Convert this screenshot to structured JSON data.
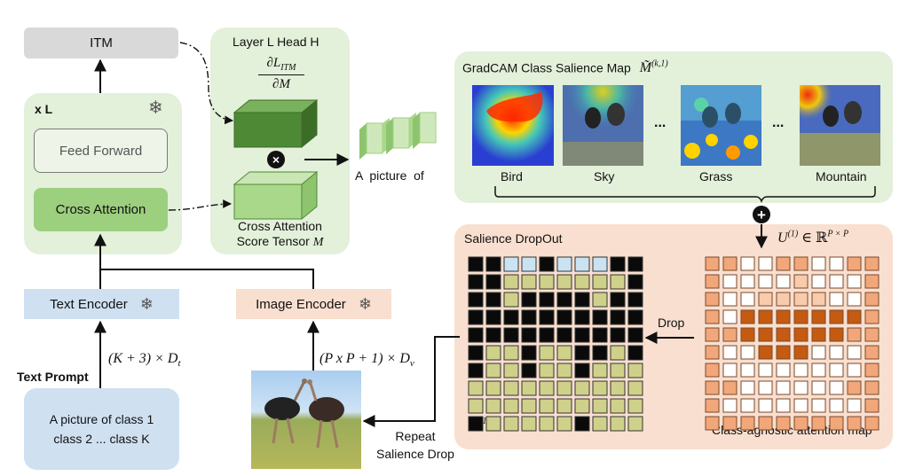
{
  "itm": {
    "label": "ITM"
  },
  "transformer": {
    "repeat_label": "x L",
    "feed_forward": "Feed Forward",
    "cross_attention": "Cross Attention",
    "frozen_icon": "snowflake-icon"
  },
  "layer_head": {
    "title": "Layer L Head H",
    "gradient_numerator": "∂L",
    "gradient_sub": "ITM",
    "gradient_denominator": "∂M",
    "multiply_symbol": "×",
    "tensor_label_line1": "Cross Attention",
    "tensor_label_line2": "Score Tensor ",
    "tensor_symbol": "M"
  },
  "output_caption": "A  picture  of",
  "gradcam": {
    "title": "GradCAM Class Salience Map",
    "symbol": "M̃",
    "superscript": "(k,1)",
    "classes": [
      "Bird",
      "Sky",
      "Grass",
      "Mountain"
    ],
    "ellipsis": "..."
  },
  "plus_symbol": "+",
  "attention_map": {
    "symbol": "U",
    "superscript": "(1)",
    "relation": " ∈ ℝ",
    "dims": "P × P",
    "caption": "Class-agnostic attention map"
  },
  "salience_dropout": {
    "title": "Salience DropOut",
    "drop_label": "Drop",
    "symbol": "S",
    "superscript": "(1)"
  },
  "text_encoder": {
    "label": "Text Encoder"
  },
  "image_encoder": {
    "label": "Image Encoder"
  },
  "text_dims": {
    "left": "(K + 3) × D",
    "sub": "t"
  },
  "image_dims": {
    "left": "(P x P + 1) × D",
    "sub": "v"
  },
  "text_prompt": {
    "title": "Text Prompt",
    "line1": "A picture of class 1",
    "line2": "class 2 ... class K"
  },
  "repeat_caption": {
    "line1": "Repeat",
    "line2": "Salience Drop"
  },
  "colors": {
    "green_panel": "#e3f0da",
    "green_dark": "#4e8a35",
    "green_light": "#9ccf7e",
    "orange_panel": "#f9dfcf",
    "blue_box": "#cfe0f1",
    "grey_box": "#d9d9d9",
    "attn_dark": "#c55a11",
    "attn_mid": "#f2a77a",
    "attn_light": "#f8cbad"
  },
  "attention_grid": [
    [
      2,
      2,
      0,
      0,
      2,
      2,
      0,
      0,
      2,
      2
    ],
    [
      2,
      0,
      0,
      0,
      0,
      1,
      0,
      0,
      0,
      2
    ],
    [
      2,
      0,
      0,
      1,
      1,
      1,
      1,
      0,
      0,
      2
    ],
    [
      2,
      0,
      3,
      3,
      3,
      3,
      3,
      3,
      3,
      2
    ],
    [
      2,
      2,
      3,
      3,
      3,
      3,
      3,
      3,
      2,
      2
    ],
    [
      2,
      0,
      0,
      3,
      3,
      3,
      0,
      0,
      0,
      2
    ],
    [
      2,
      0,
      0,
      0,
      0,
      0,
      0,
      0,
      0,
      2
    ],
    [
      2,
      2,
      0,
      0,
      0,
      0,
      0,
      0,
      2,
      2
    ],
    [
      2,
      0,
      0,
      0,
      0,
      0,
      0,
      0,
      0,
      2
    ],
    [
      2,
      2,
      2,
      2,
      2,
      2,
      2,
      2,
      2,
      2
    ]
  ],
  "dropout_grid": [
    [
      0,
      0,
      1,
      1,
      0,
      1,
      1,
      1,
      0,
      0
    ],
    [
      0,
      0,
      2,
      2,
      2,
      2,
      2,
      2,
      2,
      0
    ],
    [
      0,
      0,
      2,
      0,
      0,
      0,
      0,
      2,
      0,
      0
    ],
    [
      0,
      0,
      0,
      0,
      0,
      0,
      0,
      0,
      0,
      0
    ],
    [
      0,
      0,
      0,
      0,
      0,
      0,
      0,
      0,
      0,
      0
    ],
    [
      0,
      2,
      2,
      0,
      2,
      2,
      0,
      0,
      2,
      0
    ],
    [
      0,
      2,
      2,
      0,
      2,
      2,
      0,
      2,
      2,
      2
    ],
    [
      2,
      2,
      2,
      2,
      2,
      2,
      2,
      2,
      2,
      2
    ],
    [
      2,
      2,
      2,
      2,
      2,
      2,
      2,
      2,
      2,
      2
    ],
    [
      0,
      2,
      2,
      2,
      2,
      2,
      0,
      2,
      2,
      2
    ]
  ]
}
